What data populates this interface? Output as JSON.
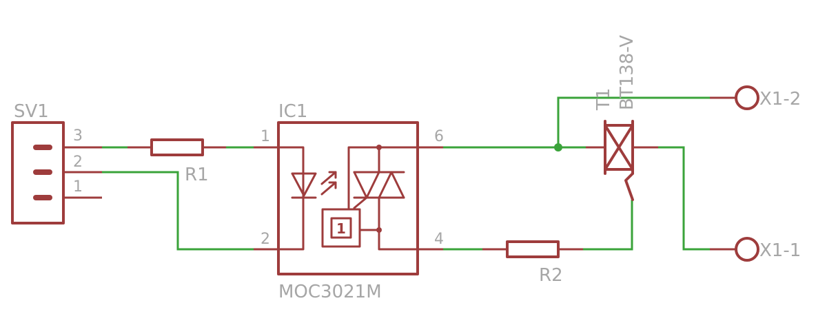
{
  "colors": {
    "symbol": "#9e3c3c",
    "wire": "#3aa33a",
    "label": "#a6a6a6",
    "background": "#ffffff"
  },
  "components": {
    "sv1": {
      "name": "SV1",
      "pins": [
        "3",
        "2",
        "1"
      ]
    },
    "r1": {
      "name": "R1"
    },
    "ic1": {
      "name": "IC1",
      "value": "MOC3021M",
      "pin1": "1",
      "pin2": "2",
      "pin6": "6",
      "pin4": "4",
      "detector_badge": "1"
    },
    "r2": {
      "name": "R2"
    },
    "t1": {
      "name": "T1",
      "value": "BT138-V"
    },
    "x1_2": {
      "name": "X1-2"
    },
    "x1_1": {
      "name": "X1-1"
    }
  }
}
